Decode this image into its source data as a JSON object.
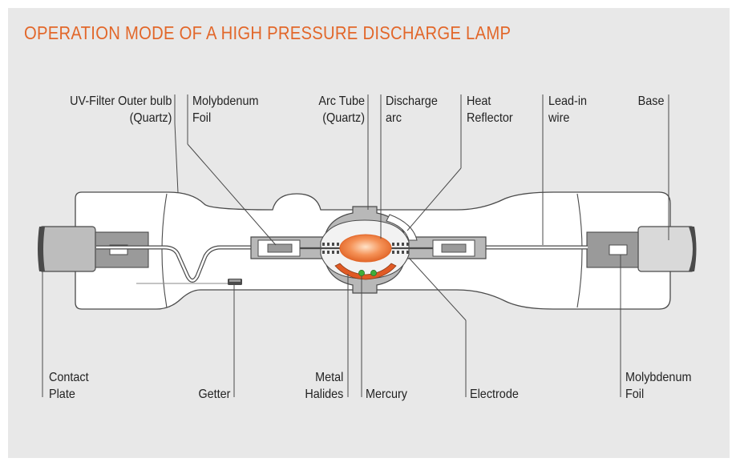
{
  "title": "OPERATION MODE OF A HIGH PRESSURE DISCHARGE LAMP",
  "colors": {
    "title": "#e2672a",
    "panel": "#e8e8e8",
    "arc_glow": "#f37d3f",
    "metal_halides": "#e05a25",
    "mercury": "#3fae3a",
    "quartz": "#b8b8b8"
  },
  "labels": {
    "uv_filter": [
      "UV-Filter Outer bulb",
      "(Quartz)"
    ],
    "molybdenum_top": [
      "Molybdenum",
      "Foil"
    ],
    "arc_tube": [
      "Arc Tube",
      "(Quartz)"
    ],
    "discharge": [
      "Discharge",
      "arc"
    ],
    "heat_reflector": [
      "Heat",
      "Reflector"
    ],
    "lead_in": [
      "Lead-in",
      "wire"
    ],
    "base": [
      "Base"
    ],
    "contact_plate": [
      "Contact",
      "Plate"
    ],
    "getter": [
      "Getter"
    ],
    "metal_halides": [
      "Metal",
      "Halides"
    ],
    "mercury": [
      "Mercury"
    ],
    "electrode": [
      "Electrode"
    ],
    "molybdenum_bottom": [
      "Molybdenum",
      "Foil"
    ]
  }
}
